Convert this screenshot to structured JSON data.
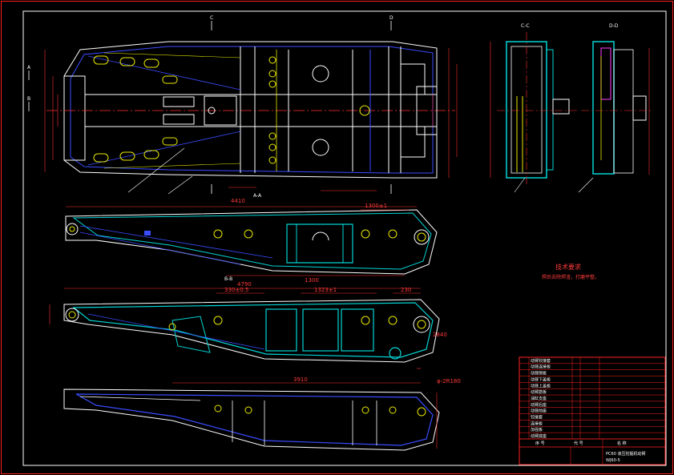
{
  "colors": {
    "background": "#000000",
    "frame": "#ff2020",
    "outline": "#ffffff",
    "hidden": "#3a4dff",
    "center": "#ff3030",
    "dimension": "#ff3030",
    "plate": "#00d4d4",
    "weld": "#e8e800",
    "accent": "#ff40ff"
  },
  "views": {
    "plan_label": "C-C",
    "top_section_a": "A",
    "top_section_b": "B",
    "section_aa": "A-A",
    "section_bb": "B-B",
    "section_cc": "C-C",
    "section_dd": "D-D",
    "section_c_right": "C",
    "section_d_right": "D"
  },
  "dimensions": {
    "top_overall": "4410",
    "top_right": "1300±1",
    "mid_overall": "4790",
    "mid_left": "330±0.5",
    "mid_center": "1323±1",
    "mid_right": "230",
    "lower_span": "1300",
    "side_dim": "2840",
    "bottom_overall": "3910",
    "bottom_tol": "φ-2R180"
  },
  "notes": {
    "title": "技术要求",
    "line1": "焊后去除焊渣，打磨平整。"
  },
  "title_block": {
    "drawing_name": "PC60 液压挖掘机动臂",
    "drawing_no": "WJ60-5",
    "header_left": "序 号",
    "header_mid": "代 号",
    "header_right": "名 称",
    "part_rows": [
      "动臂铰接套",
      "动臂连接板",
      "动臂侧板",
      "动臂下盖板",
      "动臂上盖板",
      "动臂筋板",
      "油缸支座",
      "动臂后座",
      "动臂前座",
      "铰接套",
      "连接板",
      "加强板",
      "动臂底座"
    ]
  }
}
